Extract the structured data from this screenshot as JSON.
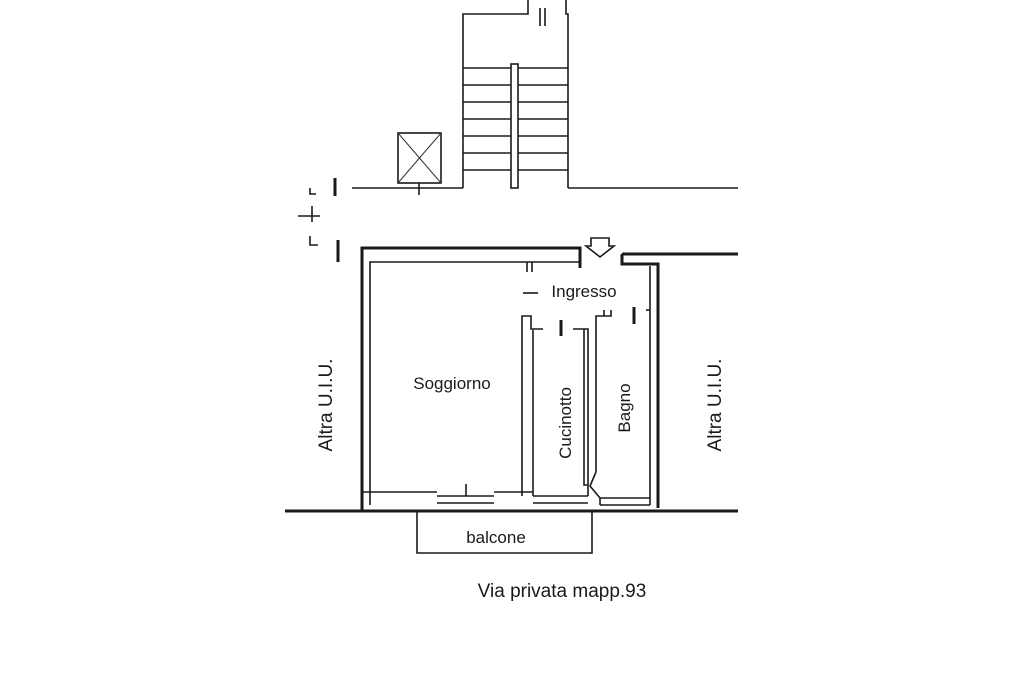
{
  "plan": {
    "rooms": {
      "living": "Soggiorno",
      "entrance": "Ingresso",
      "kitchenette": "Cucinotto",
      "bathroom": "Bagno",
      "balcony": "balcone"
    },
    "neighbors": {
      "left": "Altra U.I.U.",
      "right": "Altra U.I.U."
    },
    "street": "Via privata mapp.93",
    "stair_steps": 7,
    "line_color": "#1a1a1a",
    "background": "#ffffff"
  }
}
